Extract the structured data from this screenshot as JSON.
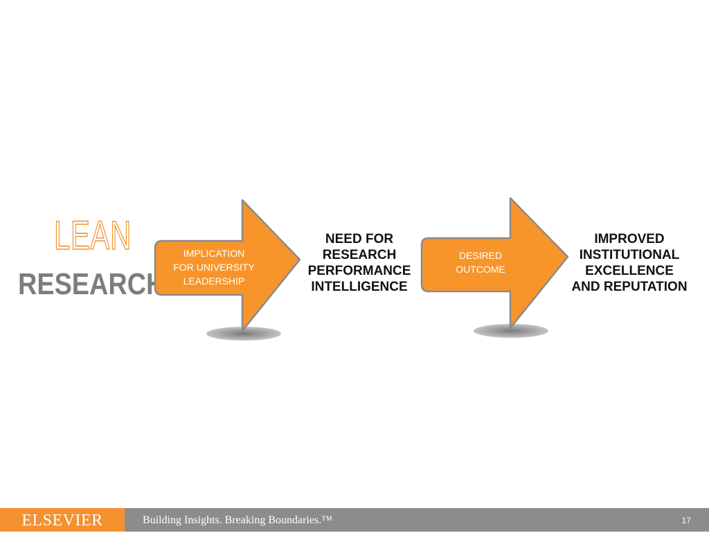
{
  "title": {
    "line1": "LEAN",
    "line2": "RESEARCH"
  },
  "arrows": [
    {
      "label": [
        "IMPLICATION",
        "FOR UNIVERSITY",
        "LEADERSHIP"
      ]
    },
    {
      "label": [
        "DESIRED",
        "OUTCOME"
      ]
    }
  ],
  "stages": [
    {
      "lines": [
        "NEED FOR",
        "RESEARCH",
        "PERFORMANCE",
        "INTELLIGENCE"
      ]
    },
    {
      "lines": [
        "IMPROVED",
        "INSTITUTIONAL",
        "EXCELLENCE",
        "AND REPUTATION"
      ]
    }
  ],
  "colors": {
    "arrow_fill": "#f7952b",
    "arrow_stroke": "#8a8a8a",
    "footer_bar": "#8c8c8c",
    "footer_brand": "#f5902f"
  },
  "footer": {
    "brand": "ELSEVIER",
    "tagline": "Building Insights. Breaking Boundaries.™",
    "page_number": "17"
  }
}
